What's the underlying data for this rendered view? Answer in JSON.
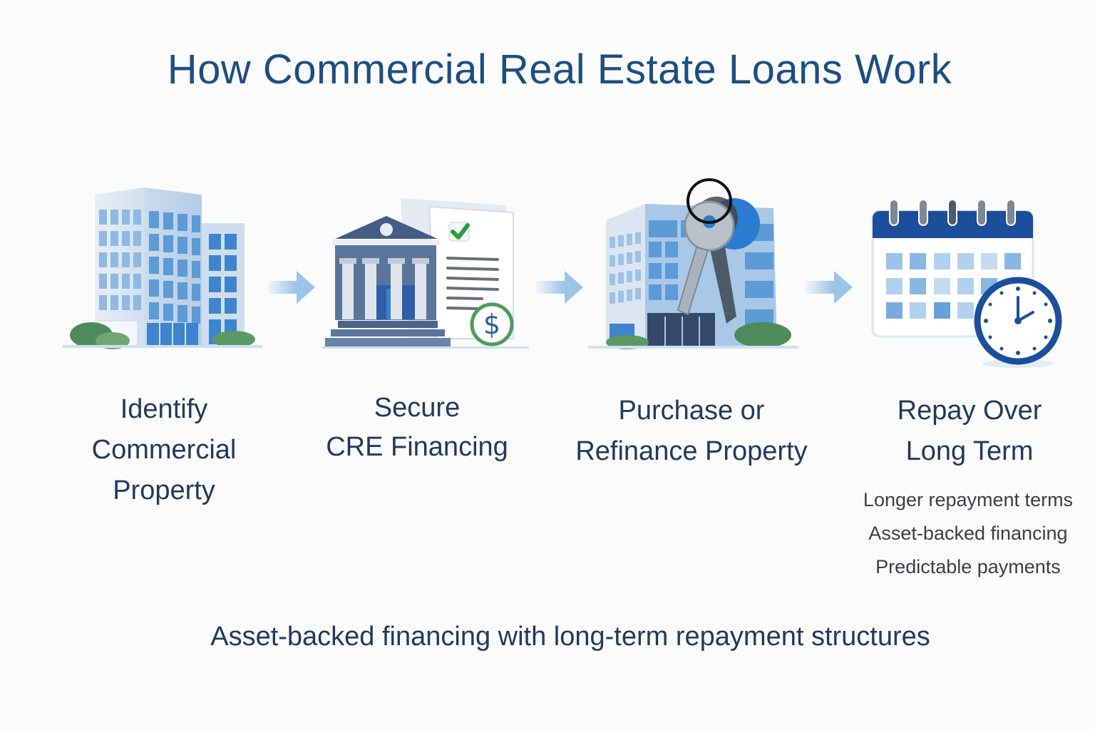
{
  "title": "How Commercial Real Estate Loans Work",
  "steps": [
    {
      "icon": "office-building-icon",
      "lines": [
        "Identify",
        "Commercial",
        "Property"
      ]
    },
    {
      "icon": "bank-document-icon",
      "lines": [
        "Secure",
        "CRE Financing"
      ]
    },
    {
      "icon": "building-keys-icon",
      "lines": [
        "Purchase or",
        "Refinance Property"
      ]
    },
    {
      "icon": "calendar-clock-icon",
      "lines": [
        "Repay Over",
        "Long Term"
      ]
    }
  ],
  "repay_benefits": [
    "Longer repayment terms",
    "Asset-backed financing",
    "Predictable payments"
  ],
  "footer": "Asset-backed financing with long-term repayment structures",
  "colors": {
    "title": "#1d4e80",
    "text": "#1f3a5c",
    "accent_blue": "#1b4f9c",
    "window_blue": "#5b9bd5",
    "arrow": "#9cc3e8",
    "check_green": "#2e9a3a",
    "bush_green": "#4e8a5a"
  }
}
